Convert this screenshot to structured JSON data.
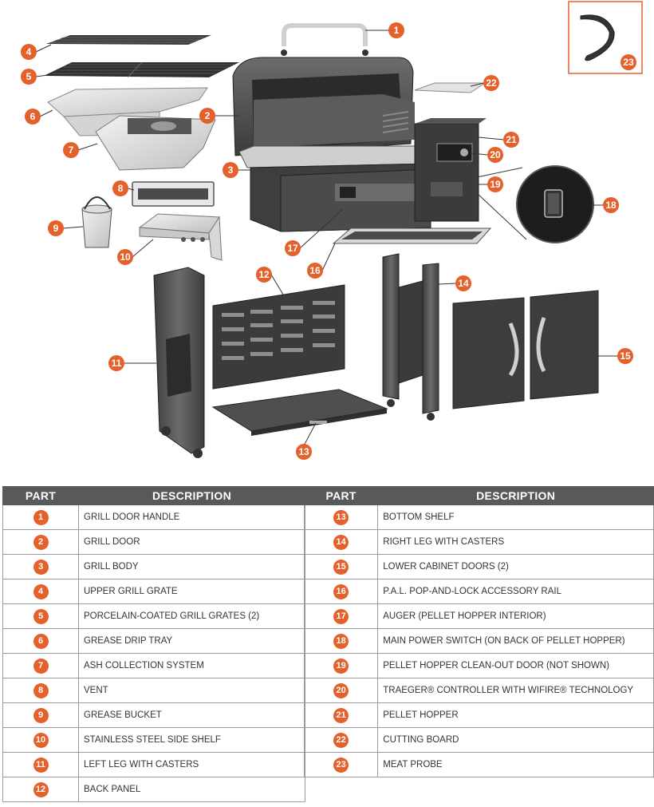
{
  "colors": {
    "accent": "#e4612b",
    "header": "#58595b",
    "metal": "#4a4b4d"
  },
  "callouts": [
    "1",
    "2",
    "3",
    "4",
    "5",
    "6",
    "7",
    "8",
    "9",
    "10",
    "11",
    "12",
    "13",
    "14",
    "15",
    "16",
    "17",
    "18",
    "19",
    "20",
    "21",
    "22",
    "23"
  ],
  "table": {
    "headers": {
      "part": "PART",
      "description": "DESCRIPTION"
    },
    "left": [
      {
        "part": "1",
        "description": "GRILL DOOR HANDLE"
      },
      {
        "part": "2",
        "description": "GRILL DOOR"
      },
      {
        "part": "3",
        "description": "GRILL BODY"
      },
      {
        "part": "4",
        "description": "UPPER GRILL GRATE"
      },
      {
        "part": "5",
        "description": "PORCELAIN-COATED GRILL GRATES (2)"
      },
      {
        "part": "6",
        "description": "GREASE DRIP TRAY"
      },
      {
        "part": "7",
        "description": "ASH COLLECTION SYSTEM"
      },
      {
        "part": "8",
        "description": "VENT"
      },
      {
        "part": "9",
        "description": "GREASE BUCKET"
      },
      {
        "part": "10",
        "description": "STAINLESS STEEL SIDE SHELF"
      },
      {
        "part": "11",
        "description": "LEFT LEG WITH CASTERS"
      },
      {
        "part": "12",
        "description": "BACK PANEL"
      }
    ],
    "right": [
      {
        "part": "13",
        "description": "BOTTOM SHELF"
      },
      {
        "part": "14",
        "description": "RIGHT LEG WITH CASTERS"
      },
      {
        "part": "15",
        "description": "LOWER CABINET DOORS (2)"
      },
      {
        "part": "16",
        "description": "P.A.L. POP-AND-LOCK ACCESSORY RAIL"
      },
      {
        "part": "17",
        "description": "AUGER (PELLET HOPPER INTERIOR)"
      },
      {
        "part": "18",
        "description": "MAIN POWER SWITCH (ON BACK OF PELLET HOPPER)"
      },
      {
        "part": "19",
        "description": "PELLET HOPPER CLEAN-OUT DOOR (NOT SHOWN)"
      },
      {
        "part": "20",
        "description": "TRAEGER® CONTROLLER WITH WiFIRE® TECHNOLOGY"
      },
      {
        "part": "21",
        "description": "PELLET HOPPER"
      },
      {
        "part": "22",
        "description": "CUTTING BOARD"
      },
      {
        "part": "23",
        "description": "MEAT PROBE"
      }
    ]
  }
}
